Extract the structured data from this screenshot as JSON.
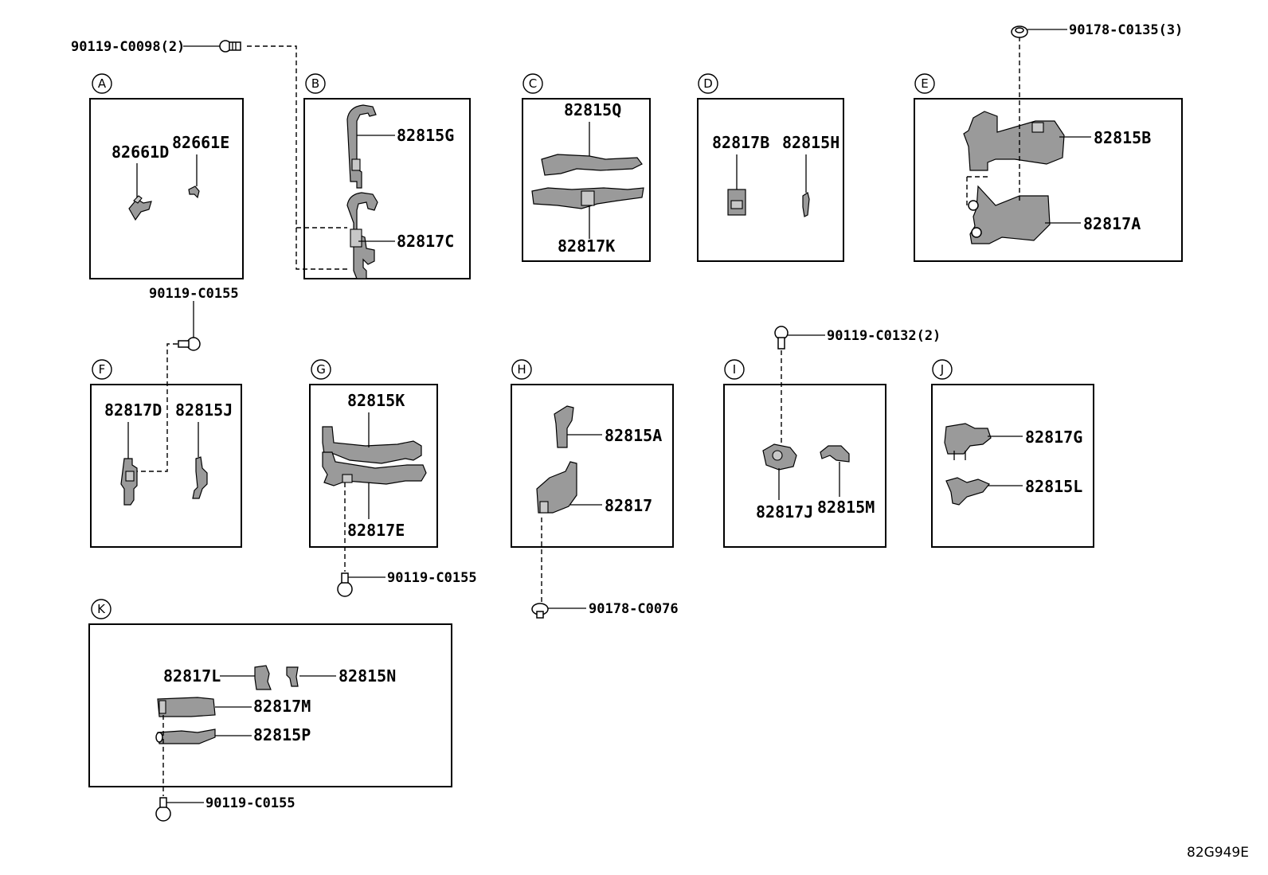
{
  "panels": {
    "A": {
      "letter": "A",
      "parts": [
        "82661D",
        "82661E"
      ]
    },
    "B": {
      "letter": "B",
      "parts": [
        "82815G",
        "82817C"
      ]
    },
    "C": {
      "letter": "C",
      "parts": [
        "82815Q",
        "82817K"
      ]
    },
    "D": {
      "letter": "D",
      "parts": [
        "82817B",
        "82815H"
      ]
    },
    "E": {
      "letter": "E",
      "parts": [
        "82815B",
        "82817A"
      ]
    },
    "F": {
      "letter": "F",
      "parts": [
        "82817D",
        "82815J"
      ]
    },
    "G": {
      "letter": "G",
      "parts": [
        "82815K",
        "82817E"
      ]
    },
    "H": {
      "letter": "H",
      "parts": [
        "82815A",
        "82817"
      ]
    },
    "I": {
      "letter": "I",
      "parts": [
        "82817J",
        "82815M"
      ]
    },
    "J": {
      "letter": "J",
      "parts": [
        "82817G",
        "82815L"
      ]
    },
    "K": {
      "letter": "K",
      "parts": [
        "82817L",
        "82815N",
        "82817M",
        "82815P"
      ]
    }
  },
  "fasteners": {
    "bolt_b": "90119-C0098(2)",
    "nut_e": "90178-C0135(3)",
    "bolt_f": "90119-C0155",
    "bolt_g": "90119-C0155",
    "nut_h": "90178-C0076",
    "bolt_i": "90119-C0132(2)",
    "bolt_k": "90119-C0155"
  },
  "diagram_code": "82G949E"
}
